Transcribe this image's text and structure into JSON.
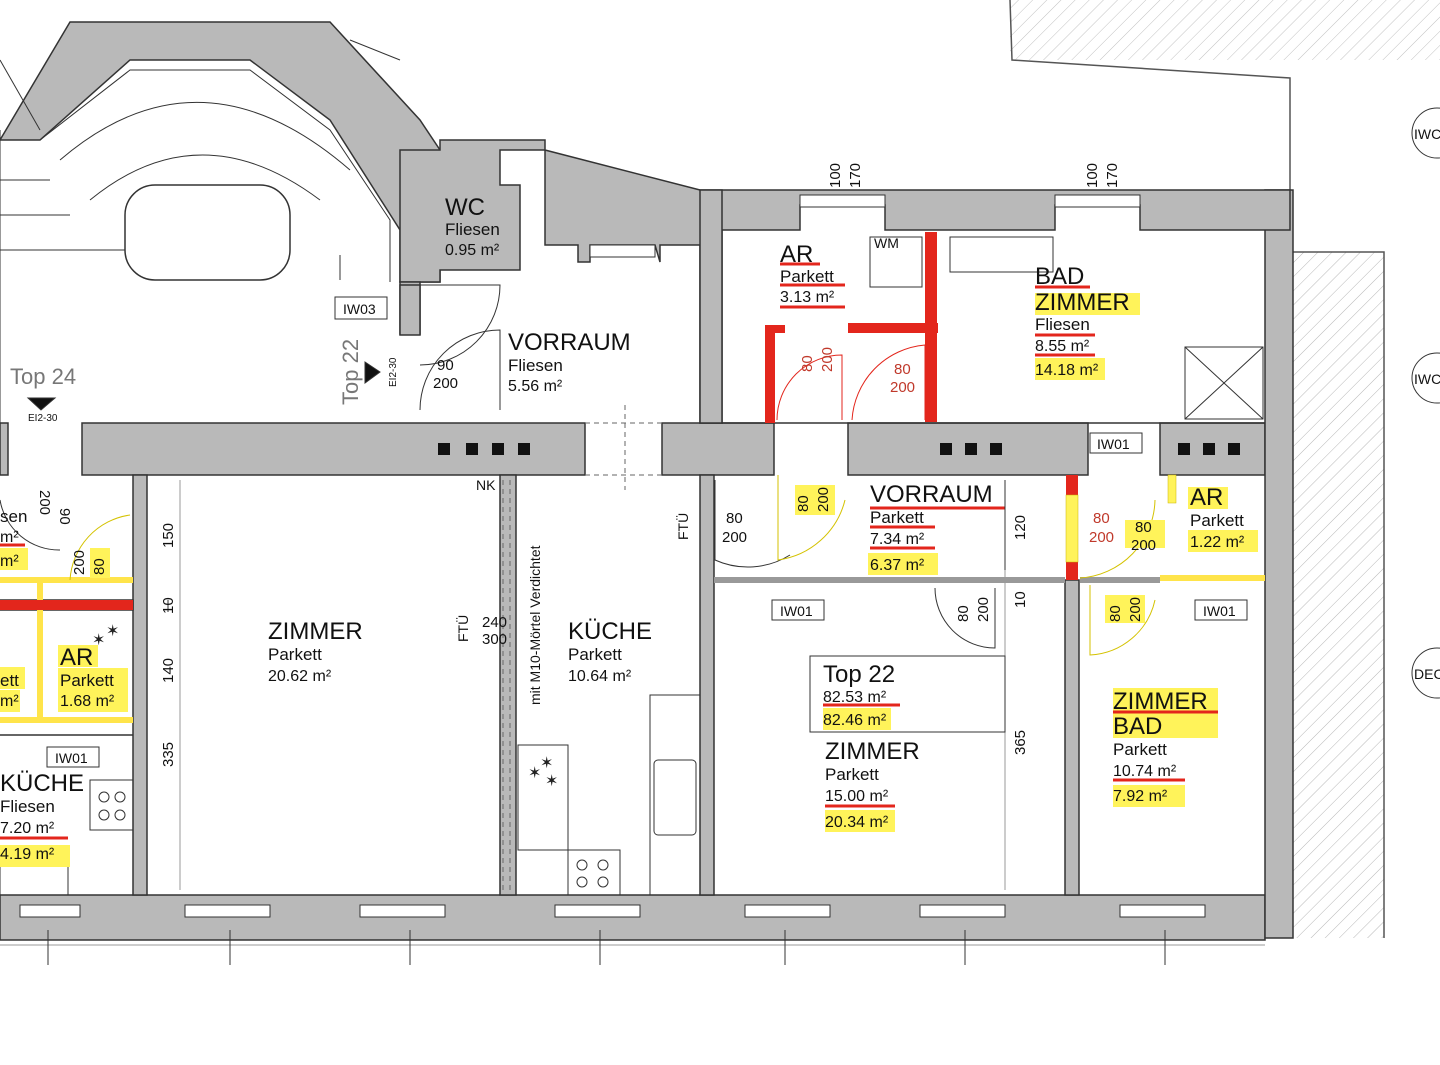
{
  "colors": {
    "wall": "#b9b9b9",
    "wall_stroke": "#333333",
    "highlight": "#fff35a",
    "red_wall": "#e3261c",
    "red_underline": "#e3261c",
    "site_hatch": "#999999"
  },
  "labels": {
    "top24": "Top 24",
    "top22_side": "Top 22",
    "ei2_30_a": "EI2-30",
    "ei2_30_b": "EI2-30",
    "iw03": "IW03",
    "iw01_a": "IW01",
    "iw01_b": "IW01",
    "iw01_c": "IW01",
    "iw01_d": "IW01",
    "iwc_1": "IWC",
    "iwc_2": "IWC",
    "dec": "DEC",
    "nk": "NK",
    "ftu_a": "FTÜ",
    "ftu_b": "FTÜ",
    "wm": "WM",
    "wall_note": "mit M10-Mörtel Verdichtet",
    "top22_box_title": "Top 22",
    "top22_box_area1": "82.53 m²",
    "top22_box_area2": "82.46 m²"
  },
  "rooms": {
    "wc": {
      "name": "WC",
      "floor": "Fliesen",
      "area": "0.95 m²"
    },
    "vorraum1": {
      "name": "VORRAUM",
      "floor": "Fliesen",
      "area": "5.56 m²"
    },
    "ar1": {
      "name": "AR",
      "floor": "Parkett",
      "area": "3.13 m²"
    },
    "bad": {
      "name1": "BAD",
      "name2": "ZIMMER",
      "floor": "Fliesen",
      "area": "8.55 m²",
      "area2": "14.18 m²"
    },
    "zimmer1": {
      "name": "ZIMMER",
      "floor": "Parkett",
      "area": "20.62 m²"
    },
    "kueche1": {
      "name": "KÜCHE",
      "floor": "Parkett",
      "area": "10.64 m²"
    },
    "vorraum2": {
      "name": "VORRAUM",
      "floor": "Parkett",
      "area": "7.34 m²",
      "area2": "6.37 m²"
    },
    "ar2": {
      "name": "AR",
      "floor": "Parkett",
      "area": "1.22 m²"
    },
    "zimmer2": {
      "name": "ZIMMER",
      "floor": "Parkett",
      "area": "15.00 m²",
      "area2": "20.34 m²"
    },
    "zimmerbad": {
      "name1": "ZIMMER",
      "name2": "BAD",
      "floor": "Parkett",
      "area": "10.74 m²",
      "area2": "7.92 m²"
    },
    "ar_left": {
      "name": "AR",
      "floor": "Parkett",
      "area": "1.68 m²"
    },
    "kueche_left": {
      "name": "KÜCHE",
      "floor": "Fliesen",
      "area": "7.20 m²",
      "area2": "4.19 m²"
    },
    "left_partial": {
      "floor": "sen",
      "area": "m²",
      "area2": "m²",
      "b_floor": "ett",
      "b_area": "m²"
    }
  },
  "dims": {
    "w100a": "100",
    "w170a": "170",
    "w100b": "100",
    "w170b": "170",
    "d90": "90",
    "d200": "200",
    "d90l": "90",
    "d200l": "200",
    "d80l": "80",
    "d200l2": "200",
    "ar1_80": "80",
    "ar1_200": "200",
    "bad_80": "80",
    "bad_200": "200",
    "vr_80": "80",
    "vr_200": "200",
    "vr_80b": "80",
    "vr_200b": "200",
    "z2_80": "80",
    "z2_200": "200",
    "ar2_80": "80",
    "ar2_200": "200",
    "ar2_80b": "80",
    "ar2_200b": "200",
    "zb_80": "80",
    "zb_200": "200",
    "k_240": "240",
    "k_300": "300",
    "v150": "150",
    "v10": "10",
    "v140": "140",
    "v335": "335",
    "v120": "120",
    "v10b": "10",
    "v365": "365"
  }
}
